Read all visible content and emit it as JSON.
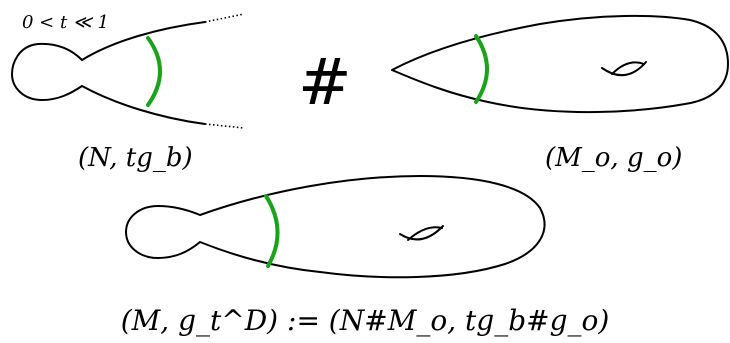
{
  "diagram": {
    "param_label": "0 < t ≪ 1",
    "connect_symbol": "#",
    "neck_surface_label": "(N, tg_b)",
    "body_surface_label": "(M_o, g_o)",
    "result_formula": "(M, g_t^D) := (N#M_o, tg_b#g_o)"
  },
  "colors": {
    "stroke": "#000000",
    "gluing_curve": "#1aa31a",
    "background": "#ffffff"
  }
}
